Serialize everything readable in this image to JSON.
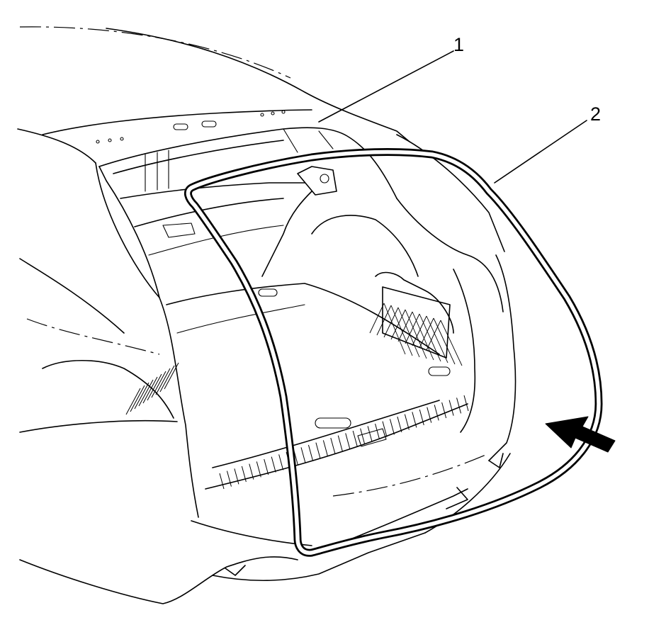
{
  "callouts": [
    {
      "id": "1",
      "label": "1"
    },
    {
      "id": "2",
      "label": "2"
    }
  ],
  "colors": {
    "line": "#000000",
    "background": "#ffffff"
  },
  "icons": {
    "arrow": "direction-arrow-icon"
  }
}
